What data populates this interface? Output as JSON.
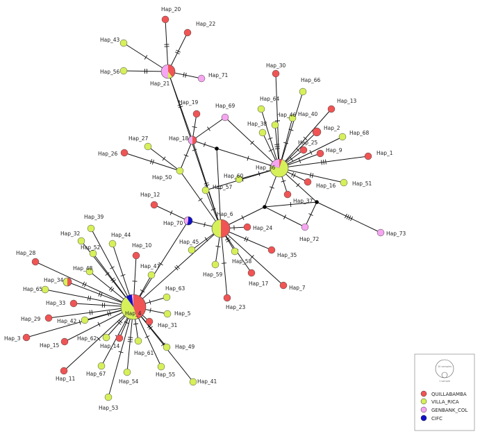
{
  "colors": {
    "QUILLABAMBA": "#f05454",
    "VILLA_RICA": "#d6f05a",
    "GENBANK_COL": "#f5a6f0",
    "CIFC": "#1010c8",
    "edge": "#111111",
    "median": "#000000"
  },
  "legend": {
    "items": [
      {
        "key": "QUILLABAMBA",
        "label": "QUILLABAMBA"
      },
      {
        "key": "VILLA_RICA",
        "label": "VILLA_RICA"
      },
      {
        "key": "GENBANK_COL",
        "label": "GENBANK_COL"
      },
      {
        "key": "CIFC",
        "label": "CIFC"
      }
    ],
    "scale_large": "10 samples",
    "scale_small": "1 sample"
  },
  "haplotypes": [
    {
      "name": "Hap_4",
      "composition": {
        "QUILLABAMBA": 0.45,
        "VILLA_RICA": 0.45,
        "CIFC": 0.08,
        "GENBANK_COL": 0.02
      }
    },
    {
      "name": "Hap_6",
      "composition": {
        "QUILLABAMBA": 0.5,
        "VILLA_RICA": 0.5
      }
    },
    {
      "name": "Hap_36",
      "composition": {
        "VILLA_RICA": 0.75,
        "GENBANK_COL": 0.2,
        "QUILLABAMBA": 0.05
      }
    },
    {
      "name": "Hap_21",
      "composition": {
        "QUILLABAMBA": 0.4,
        "GENBANK_COL": 0.5,
        "VILLA_RICA": 0.1
      }
    },
    {
      "name": "Hap_18",
      "composition": {
        "QUILLABAMBA": 0.5,
        "GENBANK_COL": 0.5
      }
    },
    {
      "name": "Hap_34",
      "composition": {
        "QUILLABAMBA": 0.5,
        "VILLA_RICA": 0.5
      }
    },
    {
      "name": "Hap_2",
      "composition": {
        "QUILLABAMBA": 1
      }
    },
    {
      "name": "Hap_70",
      "composition": {
        "CIFC": 0.55,
        "GENBANK_COL": 0.45
      }
    },
    {
      "name": "Hap_20",
      "composition": {
        "QUILLABAMBA": 1
      }
    },
    {
      "name": "Hap_22",
      "composition": {
        "QUILLABAMBA": 1
      }
    },
    {
      "name": "Hap_43",
      "composition": {
        "VILLA_RICA": 1
      }
    },
    {
      "name": "Hap_56",
      "composition": {
        "VILLA_RICA": 1
      }
    },
    {
      "name": "Hap_71",
      "composition": {
        "GENBANK_COL": 1
      }
    },
    {
      "name": "Hap_30",
      "composition": {
        "QUILLABAMBA": 1
      }
    },
    {
      "name": "Hap_66",
      "composition": {
        "VILLA_RICA": 1
      }
    },
    {
      "name": "Hap_13",
      "composition": {
        "QUILLABAMBA": 1
      }
    },
    {
      "name": "Hap_64",
      "composition": {
        "VILLA_RICA": 1
      }
    },
    {
      "name": "Hap_46",
      "composition": {
        "VILLA_RICA": 1
      }
    },
    {
      "name": "Hap_40",
      "composition": {
        "VILLA_RICA": 1
      }
    },
    {
      "name": "Hap_68",
      "composition": {
        "VILLA_RICA": 1
      }
    },
    {
      "name": "Hap_19",
      "composition": {
        "QUILLABAMBA": 1
      }
    },
    {
      "name": "Hap_69",
      "composition": {
        "GENBANK_COL": 1
      }
    },
    {
      "name": "Hap_38",
      "composition": {
        "VILLA_RICA": 1
      }
    },
    {
      "name": "Hap_25",
      "composition": {
        "QUILLABAMBA": 1
      }
    },
    {
      "name": "Hap_9",
      "composition": {
        "QUILLABAMBA": 1
      }
    },
    {
      "name": "Hap_1",
      "composition": {
        "QUILLABAMBA": 1
      }
    },
    {
      "name": "Hap_27",
      "composition": {
        "VILLA_RICA": 1
      }
    },
    {
      "name": "Hap_26",
      "composition": {
        "QUILLABAMBA": 1
      }
    },
    {
      "name": "Hap_50",
      "composition": {
        "VILLA_RICA": 1
      }
    },
    {
      "name": "Hap_60",
      "composition": {
        "VILLA_RICA": 1
      }
    },
    {
      "name": "Hap_16",
      "composition": {
        "QUILLABAMBA": 1
      }
    },
    {
      "name": "Hap_51",
      "composition": {
        "VILLA_RICA": 1
      }
    },
    {
      "name": "Hap_57",
      "composition": {
        "VILLA_RICA": 1
      }
    },
    {
      "name": "Hap_37",
      "composition": {
        "QUILLABAMBA": 1
      }
    },
    {
      "name": "Hap_12",
      "composition": {
        "QUILLABAMBA": 1
      }
    },
    {
      "name": "Hap_24",
      "composition": {
        "QUILLABAMBA": 1
      }
    },
    {
      "name": "Hap_72",
      "composition": {
        "GENBANK_COL": 1
      }
    },
    {
      "name": "Hap_73",
      "composition": {
        "GENBANK_COL": 1
      }
    },
    {
      "name": "Hap_39",
      "composition": {
        "VILLA_RICA": 1
      }
    },
    {
      "name": "Hap_32",
      "composition": {
        "VILLA_RICA": 1
      }
    },
    {
      "name": "Hap_44",
      "composition": {
        "VILLA_RICA": 1
      }
    },
    {
      "name": "Hap_52",
      "composition": {
        "VILLA_RICA": 1
      }
    },
    {
      "name": "Hap_10",
      "composition": {
        "QUILLABAMBA": 1
      }
    },
    {
      "name": "Hap_45",
      "composition": {
        "VILLA_RICA": 1
      }
    },
    {
      "name": "Hap_28",
      "composition": {
        "QUILLABAMBA": 1
      }
    },
    {
      "name": "Hap_48",
      "composition": {
        "VILLA_RICA": 1
      }
    },
    {
      "name": "Hap_47",
      "composition": {
        "VILLA_RICA": 1
      }
    },
    {
      "name": "Hap_58",
      "composition": {
        "VILLA_RICA": 1
      }
    },
    {
      "name": "Hap_35",
      "composition": {
        "QUILLABAMBA": 1
      }
    },
    {
      "name": "Hap_59",
      "composition": {
        "VILLA_RICA": 1
      }
    },
    {
      "name": "Hap_17",
      "composition": {
        "QUILLABAMBA": 1
      }
    },
    {
      "name": "Hap_7",
      "composition": {
        "QUILLABAMBA": 1
      }
    },
    {
      "name": "Hap_23",
      "composition": {
        "QUILLABAMBA": 1
      }
    },
    {
      "name": "Hap_65",
      "composition": {
        "VILLA_RICA": 1
      }
    },
    {
      "name": "Hap_63",
      "composition": {
        "VILLA_RICA": 1
      }
    },
    {
      "name": "Hap_33",
      "composition": {
        "QUILLABAMBA": 1
      }
    },
    {
      "name": "Hap_29",
      "composition": {
        "QUILLABAMBA": 1
      }
    },
    {
      "name": "Hap_42",
      "composition": {
        "VILLA_RICA": 1
      }
    },
    {
      "name": "Hap_5",
      "composition": {
        "VILLA_RICA": 1
      }
    },
    {
      "name": "Hap_31",
      "composition": {
        "QUILLABAMBA": 1
      }
    },
    {
      "name": "Hap_3",
      "composition": {
        "QUILLABAMBA": 1
      }
    },
    {
      "name": "Hap_15",
      "composition": {
        "QUILLABAMBA": 1
      }
    },
    {
      "name": "Hap_62",
      "composition": {
        "VILLA_RICA": 1
      }
    },
    {
      "name": "Hap_14",
      "composition": {
        "QUILLABAMBA": 1
      }
    },
    {
      "name": "Hap_61",
      "composition": {
        "VILLA_RICA": 1
      }
    },
    {
      "name": "Hap_49",
      "composition": {
        "VILLA_RICA": 1
      }
    },
    {
      "name": "Hap_11",
      "composition": {
        "QUILLABAMBA": 1
      }
    },
    {
      "name": "Hap_67",
      "composition": {
        "VILLA_RICA": 1
      }
    },
    {
      "name": "Hap_54",
      "composition": {
        "VILLA_RICA": 1
      }
    },
    {
      "name": "Hap_55",
      "composition": {
        "VILLA_RICA": 1
      }
    },
    {
      "name": "Hap_41",
      "composition": {
        "VILLA_RICA": 1
      }
    },
    {
      "name": "Hap_53",
      "composition": {
        "VILLA_RICA": 1
      }
    }
  ],
  "edges": [
    [
      "Hap_21",
      "Hap_6",
      1
    ],
    [
      "Hap_21",
      "Hap_20",
      2
    ],
    [
      "Hap_21",
      "Hap_22",
      2
    ],
    [
      "Hap_21",
      "Hap_43",
      1
    ],
    [
      "Hap_21",
      "Hap_56",
      2
    ],
    [
      "Hap_21",
      "Hap_71",
      2
    ],
    [
      "Hap_21",
      "Hap_18",
      2
    ],
    [
      "Hap_18",
      "Hap_19",
      1
    ],
    [
      "Hap_18",
      "Hap_69",
      1
    ],
    [
      "Hap_18",
      "Hap_50",
      1
    ],
    [
      "Hap_18",
      "M1",
      1
    ],
    [
      "Hap_18",
      "Hap_6",
      2
    ],
    [
      "M1",
      "Hap_36",
      1
    ],
    [
      "M1",
      "Hap_6",
      1
    ],
    [
      "Hap_50",
      "Hap_27",
      1
    ],
    [
      "Hap_50",
      "Hap_26",
      2
    ],
    [
      "Hap_50",
      "Hap_6",
      1
    ],
    [
      "Hap_36",
      "Hap_69",
      1
    ],
    [
      "Hap_36",
      "Hap_30",
      1
    ],
    [
      "Hap_36",
      "Hap_66",
      1
    ],
    [
      "Hap_36",
      "Hap_13",
      1
    ],
    [
      "Hap_36",
      "Hap_64",
      1
    ],
    [
      "Hap_36",
      "Hap_46",
      3
    ],
    [
      "Hap_36",
      "Hap_40",
      1
    ],
    [
      "Hap_36",
      "Hap_2",
      1
    ],
    [
      "Hap_36",
      "Hap_68",
      1
    ],
    [
      "Hap_36",
      "Hap_38",
      1
    ],
    [
      "Hap_36",
      "Hap_25",
      1
    ],
    [
      "Hap_36",
      "Hap_9",
      1
    ],
    [
      "Hap_36",
      "Hap_1",
      3
    ],
    [
      "Hap_36",
      "Hap_60",
      1
    ],
    [
      "Hap_36",
      "Hap_16",
      2
    ],
    [
      "Hap_36",
      "Hap_51",
      2
    ],
    [
      "Hap_36",
      "Hap_37",
      1
    ],
    [
      "Hap_36",
      "Hap_57",
      1
    ],
    [
      "Hap_36",
      "M3",
      1
    ],
    [
      "M3",
      "Hap_72",
      1
    ],
    [
      "M3",
      "Hap_73",
      4
    ],
    [
      "M3",
      "M2",
      1
    ],
    [
      "M2",
      "Hap_72",
      1
    ],
    [
      "M2",
      "Hap_36",
      1
    ],
    [
      "M2",
      "Hap_6",
      1
    ],
    [
      "Hap_6",
      "Hap_57",
      1
    ],
    [
      "Hap_6",
      "Hap_70",
      1
    ],
    [
      "Hap_6",
      "Hap_24",
      1
    ],
    [
      "Hap_6",
      "Hap_35",
      2
    ],
    [
      "Hap_6",
      "Hap_58",
      2
    ],
    [
      "Hap_6",
      "Hap_59",
      1
    ],
    [
      "Hap_6",
      "Hap_17",
      1
    ],
    [
      "Hap_6",
      "Hap_7",
      1
    ],
    [
      "Hap_6",
      "Hap_23",
      1
    ],
    [
      "Hap_6",
      "Hap_45",
      1
    ],
    [
      "Hap_6",
      "Hap_4",
      2
    ],
    [
      "Hap_70",
      "Hap_12",
      1
    ],
    [
      "Hap_70",
      "Hap_4",
      1
    ],
    [
      "Hap_4",
      "Hap_39",
      1
    ],
    [
      "Hap_4",
      "Hap_32",
      1
    ],
    [
      "Hap_4",
      "Hap_44",
      1
    ],
    [
      "Hap_4",
      "Hap_52",
      2
    ],
    [
      "Hap_4",
      "Hap_10",
      1
    ],
    [
      "Hap_4",
      "Hap_47",
      1
    ],
    [
      "Hap_4",
      "Hap_28",
      2
    ],
    [
      "Hap_4",
      "Hap_48",
      2
    ],
    [
      "Hap_4",
      "Hap_34",
      2
    ],
    [
      "Hap_4",
      "Hap_65",
      2
    ],
    [
      "Hap_4",
      "Hap_63",
      1
    ],
    [
      "Hap_4",
      "Hap_33",
      2
    ],
    [
      "Hap_4",
      "Hap_29",
      2
    ],
    [
      "Hap_4",
      "Hap_42",
      2
    ],
    [
      "Hap_4",
      "Hap_5",
      1
    ],
    [
      "Hap_4",
      "Hap_31",
      1
    ],
    [
      "Hap_4",
      "Hap_3",
      1
    ],
    [
      "Hap_4",
      "Hap_15",
      1
    ],
    [
      "Hap_4",
      "Hap_62",
      2
    ],
    [
      "Hap_4",
      "Hap_14",
      1
    ],
    [
      "Hap_4",
      "Hap_61",
      1
    ],
    [
      "Hap_4",
      "Hap_49",
      2
    ],
    [
      "Hap_4",
      "Hap_11",
      1
    ],
    [
      "Hap_4",
      "Hap_67",
      1
    ],
    [
      "Hap_4",
      "Hap_54",
      3
    ],
    [
      "Hap_4",
      "Hap_55",
      1
    ],
    [
      "Hap_4",
      "Hap_41",
      1
    ],
    [
      "Hap_4",
      "Hap_53",
      1
    ]
  ],
  "medians": [
    "M1",
    "M2",
    "M3"
  ]
}
